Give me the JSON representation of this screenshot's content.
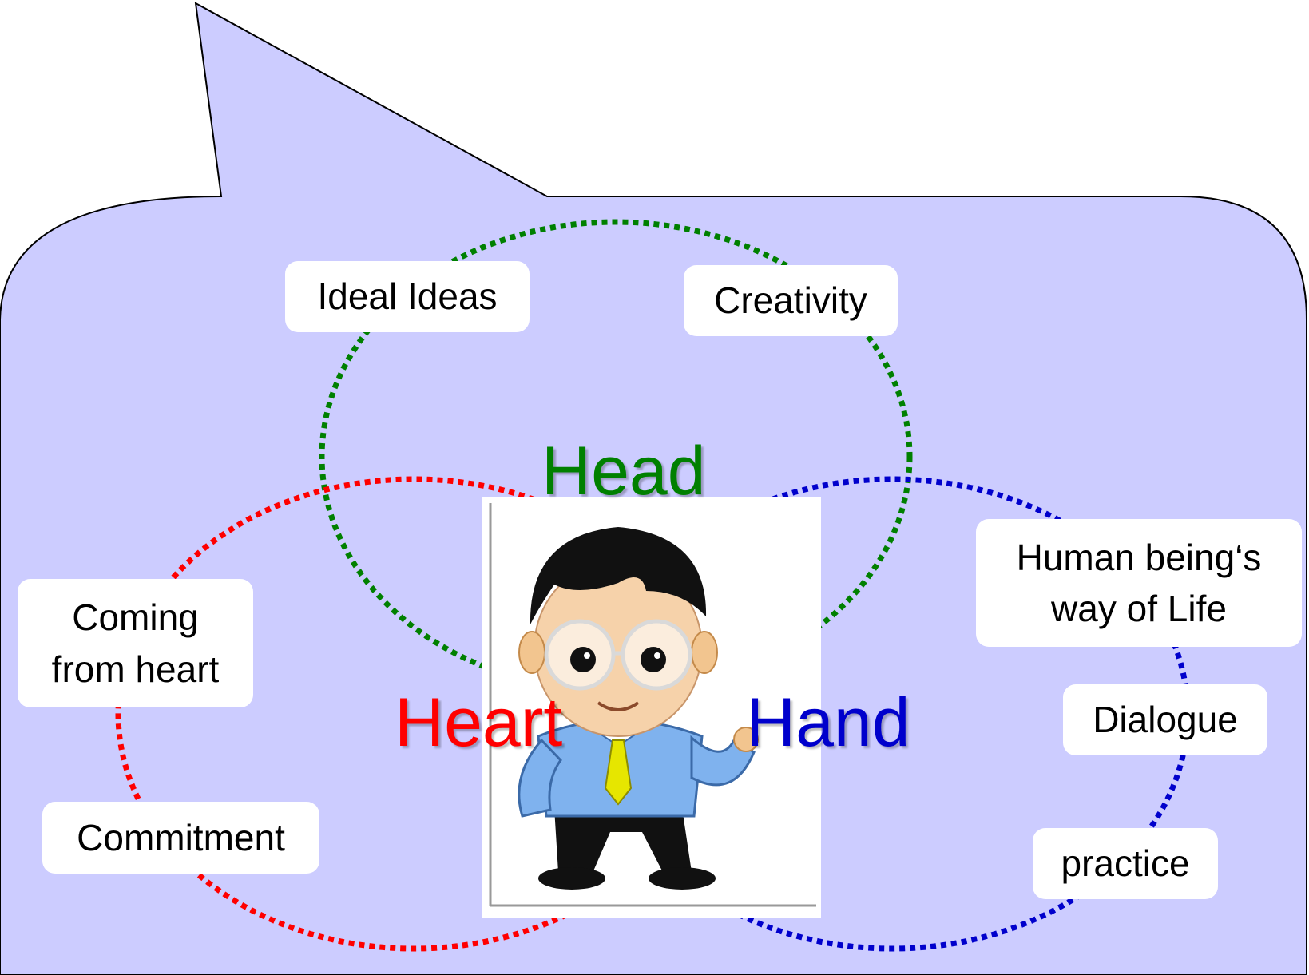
{
  "colors": {
    "bubble_fill": "#ccccff",
    "head": "#008000",
    "heart": "#ff0000",
    "hand": "#0000cc"
  },
  "circles": {
    "head": "Head",
    "heart": "Heart",
    "hand": "Hand"
  },
  "labels": {
    "ideal_ideas": "Ideal Ideas",
    "creativity": "Creativity",
    "coming_from_heart_line1": "Coming",
    "coming_from_heart_line2": "from heart",
    "commitment": "Commitment",
    "way_of_life_line1": "Human being‘s",
    "way_of_life_line2": "way of Life",
    "dialogue": "Dialogue",
    "practice": "practice"
  }
}
